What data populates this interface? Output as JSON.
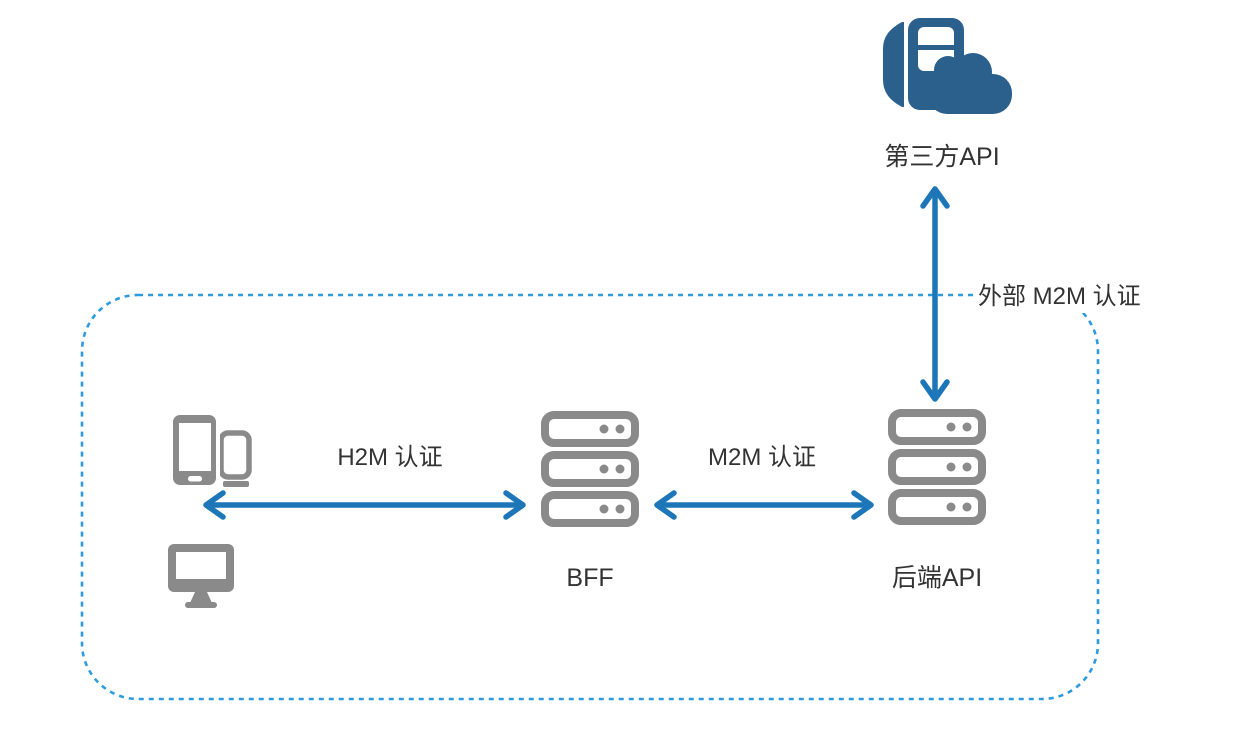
{
  "diagram": {
    "type": "architecture-diagram",
    "colors": {
      "arrow_blue": "#1D76B8",
      "boundary_dash_blue": "#2E9BDF",
      "third_party_icon_blue": "#2B5F8C",
      "device_icon_gray": "#8A8A8A",
      "label_text": "#333333",
      "background": "#ffffff"
    },
    "boundary": {
      "style": "dashed-rounded-rectangle",
      "description_icon": "trust-boundary"
    },
    "nodes": {
      "third_party_api": {
        "label": "第三方API",
        "icon": "cloud-server-icon"
      },
      "client_devices": {
        "label": "",
        "icons": [
          "smartphone-tablet-icon",
          "monitor-icon"
        ]
      },
      "bff": {
        "label": "BFF",
        "icon": "server-stack-icon"
      },
      "backend_api": {
        "label": "后端API",
        "icon": "server-stack-icon"
      }
    },
    "edges": {
      "client_bff": {
        "label": "H2M 认证",
        "type": "bidirectional-horizontal-arrow"
      },
      "bff_backend": {
        "label": "M2M 认证",
        "type": "bidirectional-horizontal-arrow"
      },
      "backend_third_party": {
        "label": "外部 M2M 认证",
        "type": "bidirectional-vertical-arrow"
      }
    }
  }
}
